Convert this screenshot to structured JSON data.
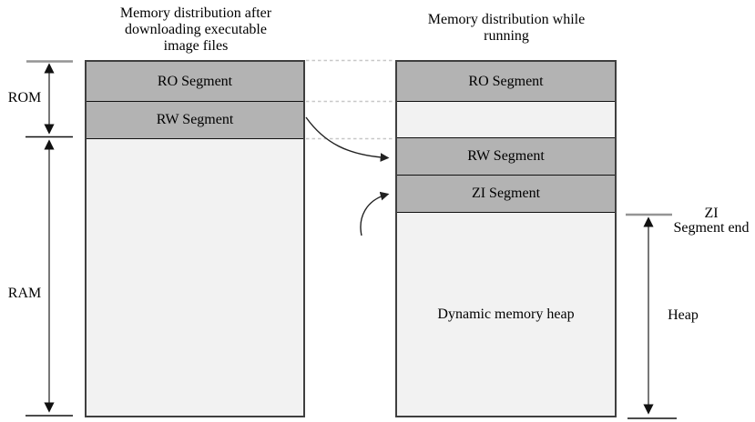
{
  "left_panel": {
    "title": "Memory distribution after downloading executable image files",
    "ro_label": "RO Segment",
    "rw_label": "RW Segment"
  },
  "right_panel": {
    "title": "Memory distribution while running",
    "ro_label": "RO Segment",
    "rw_label": "RW Segment",
    "zi_label": "ZI Segment",
    "heap_area_label": "Dynamic memory heap"
  },
  "annotations": {
    "rom": "ROM",
    "ram": "RAM",
    "zi_end_line1": "ZI",
    "zi_end_line2": "Segment end",
    "heap": "Heap"
  },
  "colors": {
    "segment_gray": "#b3b3b3",
    "light_fill": "#f2f2f2",
    "border_dark": "#3f3f3f",
    "dashed_line": "#c8c8c8",
    "tick_gray": "#949494",
    "line_black": "#111111"
  }
}
